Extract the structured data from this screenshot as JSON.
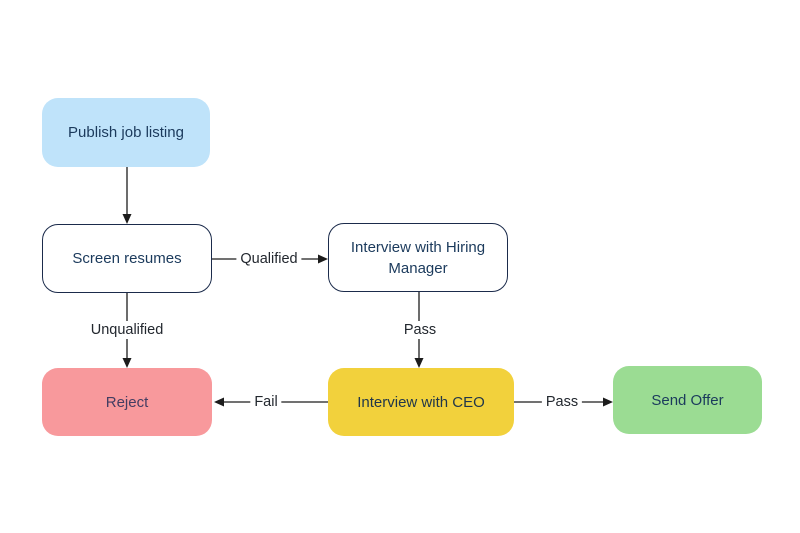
{
  "diagram": {
    "type": "flowchart",
    "background": "#ffffff",
    "line_color": "#1c1c1c",
    "nodes": {
      "publish": {
        "label": "Publish job listing",
        "fill": "#bfe3fa",
        "text_color": "#1b3a5c",
        "shape": "rounded-rect"
      },
      "screen": {
        "label": "Screen resumes",
        "fill": "#ffffff",
        "border": "#1b2b4b",
        "text_color": "#1b3a5c",
        "shape": "rounded-rect"
      },
      "hiring": {
        "label": "Interview with Hiring Manager",
        "fill": "#ffffff",
        "border": "#1b2b4b",
        "text_color": "#1b3a5c",
        "shape": "rounded-rect"
      },
      "reject": {
        "label": "Reject",
        "fill": "#f8999c",
        "text_color": "#433d62",
        "shape": "rounded-rect"
      },
      "ceo": {
        "label": "Interview with CEO",
        "fill": "#f2d13c",
        "text_color": "#21374a",
        "shape": "rounded-rect"
      },
      "offer": {
        "label": "Send Offer",
        "fill": "#9bdc93",
        "text_color": "#1b3a5c",
        "shape": "rounded-rect"
      }
    },
    "edges": {
      "publish_screen": {
        "from": "publish",
        "to": "screen",
        "label": ""
      },
      "screen_hiring": {
        "from": "screen",
        "to": "hiring",
        "label": "Qualified"
      },
      "screen_reject": {
        "from": "screen",
        "to": "reject",
        "label": "Unqualified"
      },
      "hiring_ceo": {
        "from": "hiring",
        "to": "ceo",
        "label": "Pass"
      },
      "ceo_reject": {
        "from": "ceo",
        "to": "reject",
        "label": "Fail"
      },
      "ceo_offer": {
        "from": "ceo",
        "to": "offer",
        "label": "Pass"
      }
    }
  }
}
